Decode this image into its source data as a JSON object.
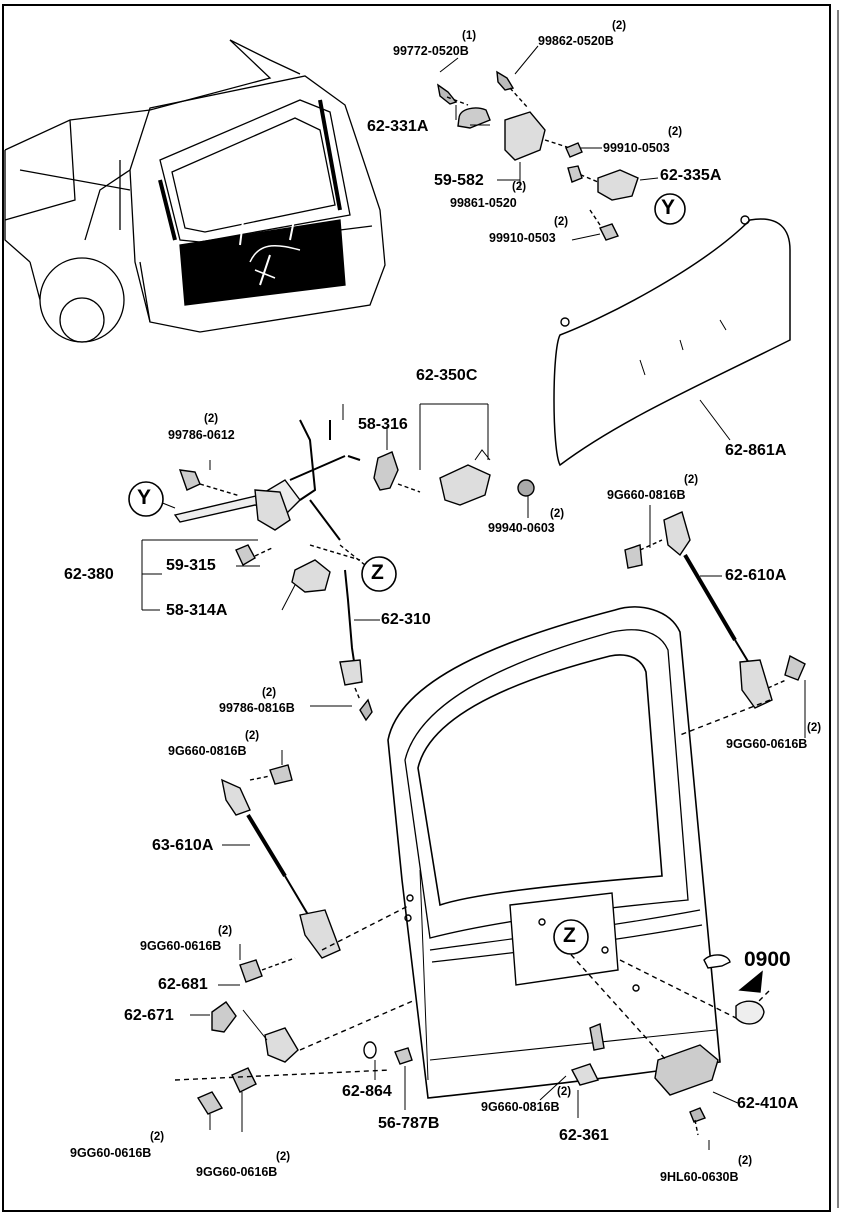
{
  "parts": {
    "p1": {
      "num": "99772-0520B",
      "qty": "(1)"
    },
    "p2": {
      "num": "99862-0520B",
      "qty": "(2)"
    },
    "p3": {
      "num": "62-331A"
    },
    "p4": {
      "num": "99910-0503",
      "qty": "(2)"
    },
    "p5": {
      "num": "59-582"
    },
    "p6": {
      "num": "62-335A"
    },
    "p7": {
      "num": "99861-0520",
      "qty": "(2)"
    },
    "p8": {
      "num": "99910-0503",
      "qty": "(2)"
    },
    "p9": {
      "num": "62-350C"
    },
    "p10": {
      "num": "58-316"
    },
    "p11": {
      "num": "99786-0612",
      "qty": "(2)"
    },
    "p12": {
      "num": "99940-0603",
      "qty": "(2)"
    },
    "p13": {
      "num": "62-861A"
    },
    "p14": {
      "num": "9G660-0816B",
      "qty": "(2)"
    },
    "p15": {
      "num": "62-380"
    },
    "p16": {
      "num": "59-315"
    },
    "p17": {
      "num": "58-314A"
    },
    "p18": {
      "num": "62-310"
    },
    "p19": {
      "num": "62-610A"
    },
    "p20": {
      "num": "99786-0816B",
      "qty": "(2)"
    },
    "p21": {
      "num": "9G660-0816B",
      "qty": "(2)"
    },
    "p22": {
      "num": "9GG60-0616B",
      "qty": "(2)"
    },
    "p23": {
      "num": "63-610A"
    },
    "p24": {
      "num": "9GG60-0616B",
      "qty": "(2)"
    },
    "p25": {
      "num": "62-681"
    },
    "p26": {
      "num": "62-671"
    },
    "p27": {
      "num": "0900"
    },
    "p28": {
      "num": "62-864"
    },
    "p29": {
      "num": "56-787B"
    },
    "p30": {
      "num": "9G660-0816B",
      "qty": "(2)"
    },
    "p31": {
      "num": "62-361"
    },
    "p32": {
      "num": "62-410A"
    },
    "p33": {
      "num": "9GG60-0616B",
      "qty": "(2)"
    },
    "p34": {
      "num": "9GG60-0616B",
      "qty": "(2)"
    },
    "p35": {
      "num": "9HL60-0630B",
      "qty": "(2)"
    }
  },
  "refs": {
    "y": "Y",
    "z": "Z"
  }
}
